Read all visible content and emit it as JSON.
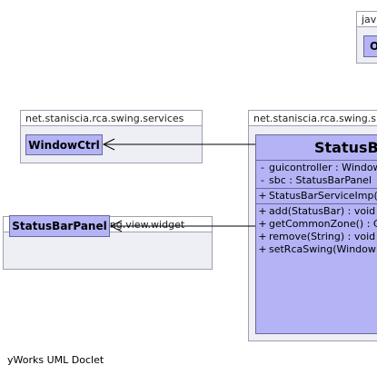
{
  "packages": {
    "top_right": {
      "name": "jav",
      "class_name": "O"
    },
    "services": {
      "name": "net.staniscia.rca.swing.services",
      "class_name": "WindowCtrl"
    },
    "widget": {
      "name": "net.staniscia.rca.swing.view.widget",
      "class_name": "StatusBarPanel"
    },
    "main": {
      "name": "net.staniscia.rca.swing.s"
    }
  },
  "main_class": {
    "name": "StatusBa",
    "fields": [
      {
        "vis": "-",
        "text": "guicontroller : Window"
      },
      {
        "vis": "-",
        "text": "sbc : StatusBarPanel"
      }
    ],
    "constructors": [
      {
        "vis": "+",
        "text": "StatusBarServiceImp("
      }
    ],
    "methods": [
      {
        "vis": "+",
        "text": "add(StatusBar) : void"
      },
      {
        "vis": "+",
        "text": "getCommonZone() : C"
      },
      {
        "vis": "+",
        "text": "remove(String) : void"
      },
      {
        "vis": "+",
        "text": "setRcaSwing(Window"
      }
    ]
  },
  "footer": "yWorks UML Doclet"
}
